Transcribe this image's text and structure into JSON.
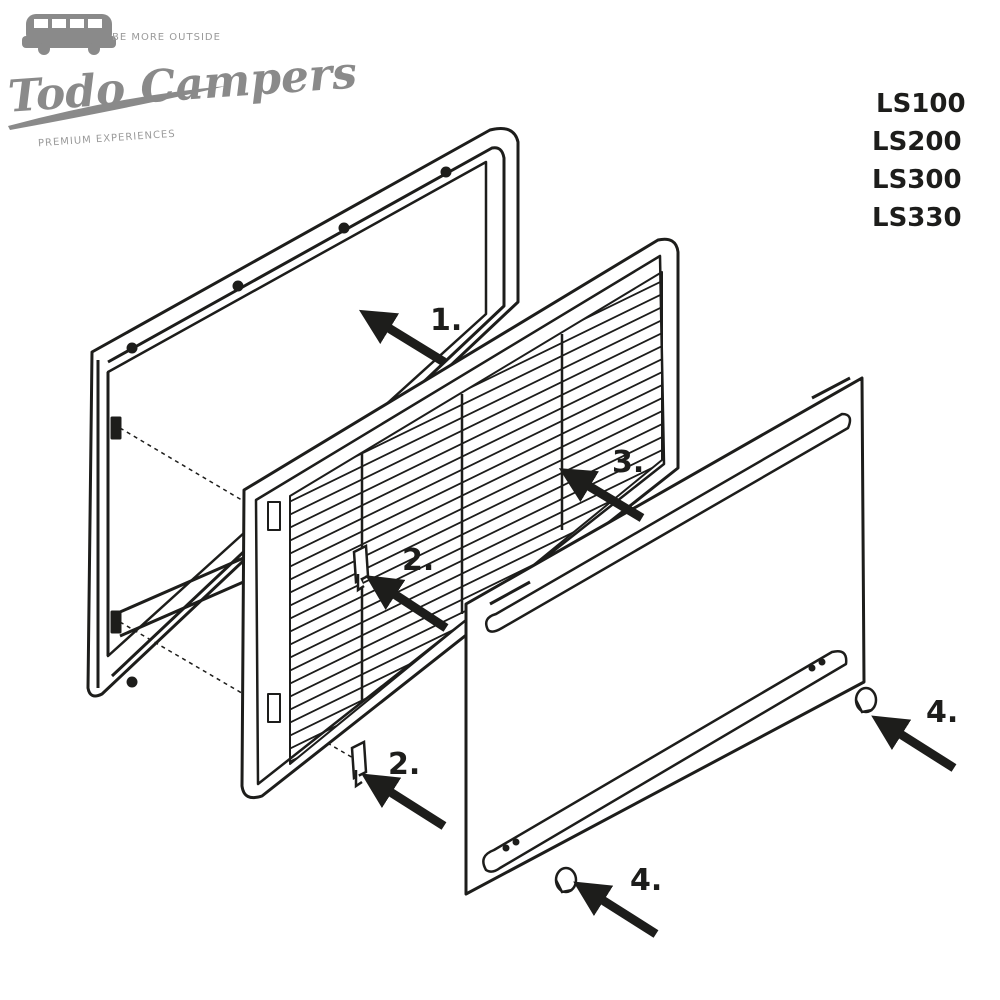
{
  "logo": {
    "brand": "Todo Campers",
    "tagline_top": "BE MORE OUTSIDE",
    "tagline_bottom": "PREMIUM EXPERIENCES"
  },
  "models": [
    "LS100",
    "LS200",
    "LS300",
    "LS330"
  ],
  "steps": {
    "step1": "1.",
    "step2_upper": "2.",
    "step2_lower": "2.",
    "step3": "3.",
    "step4_right": "4.",
    "step4_bottom": "4."
  },
  "colors": {
    "line": "#1d1d1b",
    "logo": "#8a8a8a",
    "background": "#ffffff"
  }
}
